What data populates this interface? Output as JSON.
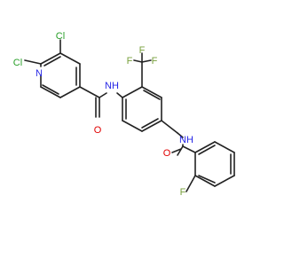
{
  "molecule": {
    "atoms": {
      "cl_top": "Cl",
      "cl_left": "Cl",
      "n_ring": "N",
      "nh_amide1": "N",
      "h_amide1": "H",
      "o_amide1": "O",
      "f3_top_left": "F",
      "f3_top_right": "F",
      "f3_right": "F",
      "nh_amide2": "N",
      "h_amide2": "H",
      "o_amide2": "O",
      "f_bottom": "F"
    },
    "colors": {
      "bond": "#222222",
      "carbon_label": "#222222",
      "nitrogen": "#2626e6",
      "oxygen": "#e00000",
      "fluorine": "#78a03c",
      "chlorine": "#2aa02a"
    }
  }
}
